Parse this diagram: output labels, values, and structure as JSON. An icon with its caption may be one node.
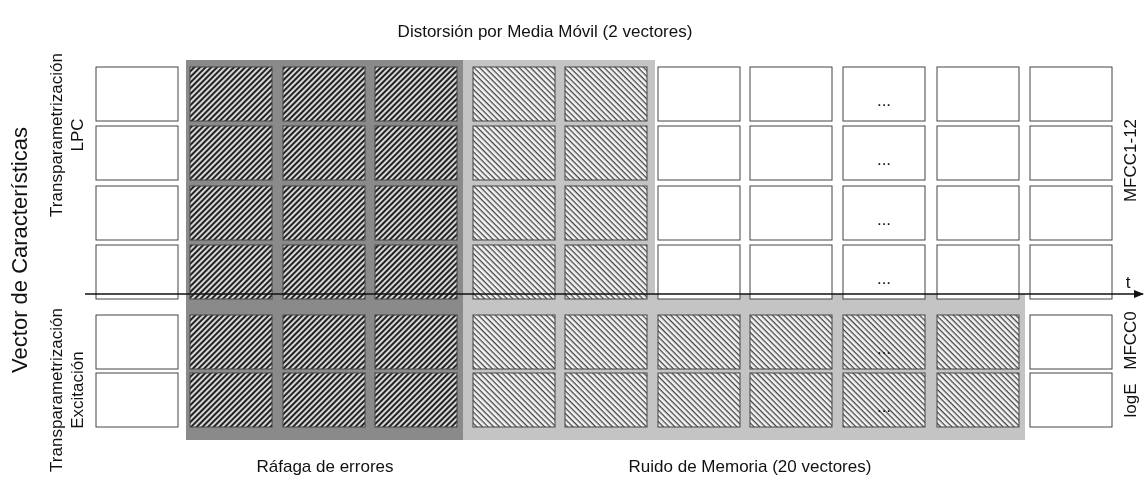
{
  "diagram": {
    "labels": [
      "Distorsión por Media Móvil (2 vectores)",
      "Vector de Características",
      "Transparametrización LPC",
      "Transparametrización Excitación",
      "...",
      "...",
      "...",
      "...",
      "MFCC1-12",
      "t",
      "MFCC0",
      "...",
      "...",
      "logE",
      "Ráfaga de errores",
      "Ruido de Memoria (20 vectores)"
    ]
  }
}
